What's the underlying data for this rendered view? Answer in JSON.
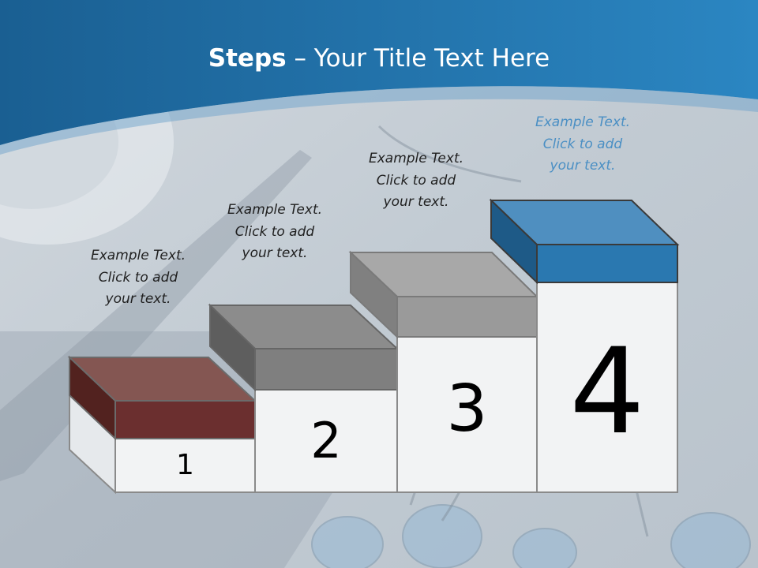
{
  "title": {
    "bold": "Steps",
    "rest": " – Your Title Text Here"
  },
  "steps": [
    {
      "number": "1",
      "caption": [
        "Example Text.",
        "Click  to add",
        "your text."
      ],
      "color": "#6b2f2f"
    },
    {
      "number": "2",
      "caption": [
        "Example Text.",
        "Click  to add",
        "your text."
      ],
      "color": "#7f7f7f"
    },
    {
      "number": "3",
      "caption": [
        "Example Text.",
        "Click  to add",
        "your text."
      ],
      "color": "#9a9a9a"
    },
    {
      "number": "4",
      "caption": [
        "Example Text.",
        "Click  to add",
        "your text."
      ],
      "color": "#2a78b0"
    }
  ],
  "colors": {
    "header": "#1f6fa8",
    "accent": "#2a78b0",
    "background": "#c9d1d9"
  }
}
